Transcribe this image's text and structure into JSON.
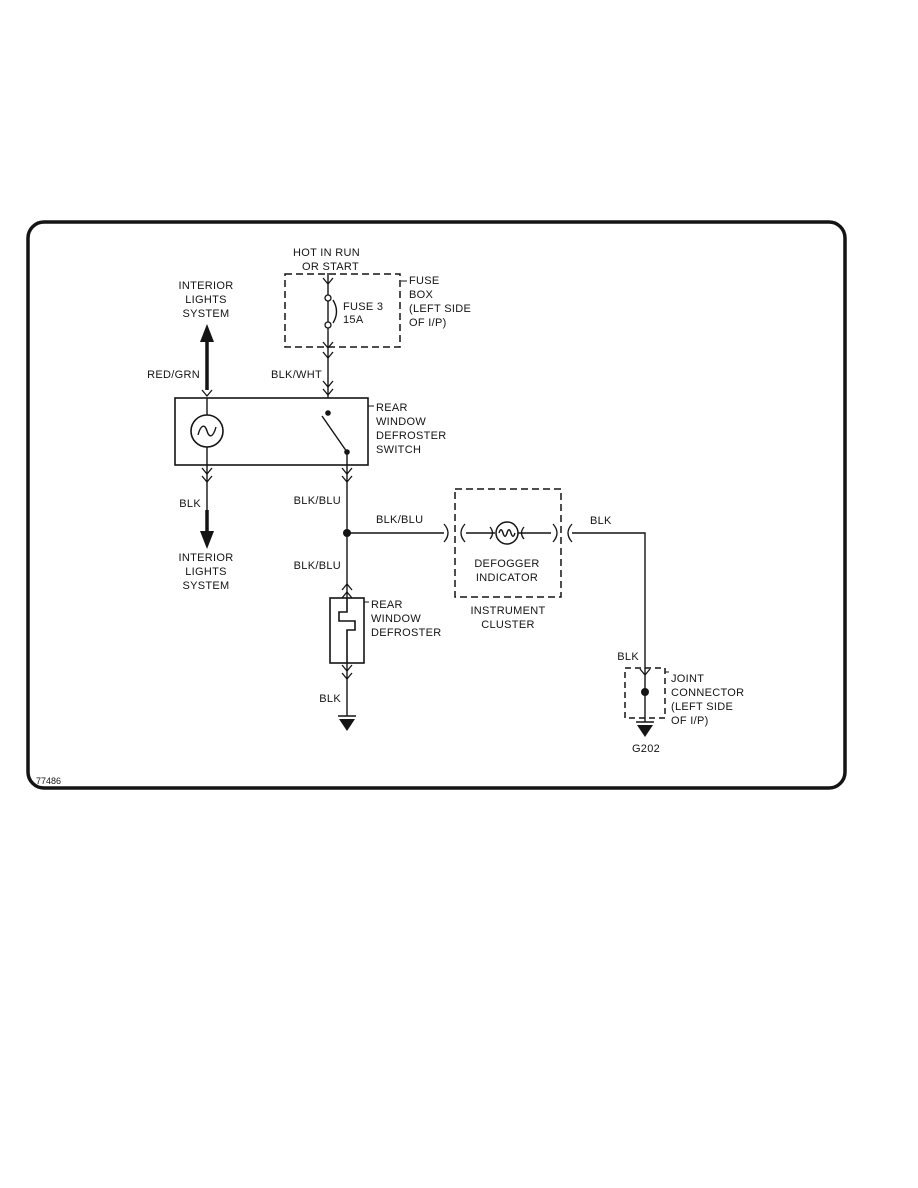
{
  "diagram": {
    "figure_number": "77486",
    "power_note": {
      "line1": "HOT IN RUN",
      "line2": "OR START"
    },
    "fuse": {
      "line1": "FUSE 3",
      "line2": "15A"
    },
    "fuse_box_label": {
      "line1": "FUSE",
      "line2": "BOX",
      "line3": "(LEFT SIDE",
      "line4": "OF I/P)"
    },
    "interior_lights": {
      "line1": "INTERIOR",
      "line2": "LIGHTS",
      "line3": "SYSTEM"
    },
    "defroster_switch_label": {
      "line1": "REAR",
      "line2": "WINDOW",
      "line3": "DEFROSTER",
      "line4": "SWITCH"
    },
    "defogger_indicator_label": {
      "line1": "DEFOGGER",
      "line2": "INDICATOR"
    },
    "instrument_cluster_label": {
      "line1": "INSTRUMENT",
      "line2": "CLUSTER"
    },
    "rear_defroster_label": {
      "line1": "REAR",
      "line2": "WINDOW",
      "line3": "DEFROSTER"
    },
    "joint_connector_label": {
      "line1": "JOINT",
      "line2": "CONNECTOR",
      "line3": "(LEFT SIDE",
      "line4": "OF I/P)"
    },
    "ground": {
      "g202": "G202"
    },
    "wire_colors": {
      "red_grn": "RED/GRN",
      "blk_wht": "BLK/WHT",
      "blk": "BLK",
      "blk_blu": "BLK/BLU"
    },
    "colors": {
      "line": "#141414",
      "background": "#ffffff"
    }
  }
}
